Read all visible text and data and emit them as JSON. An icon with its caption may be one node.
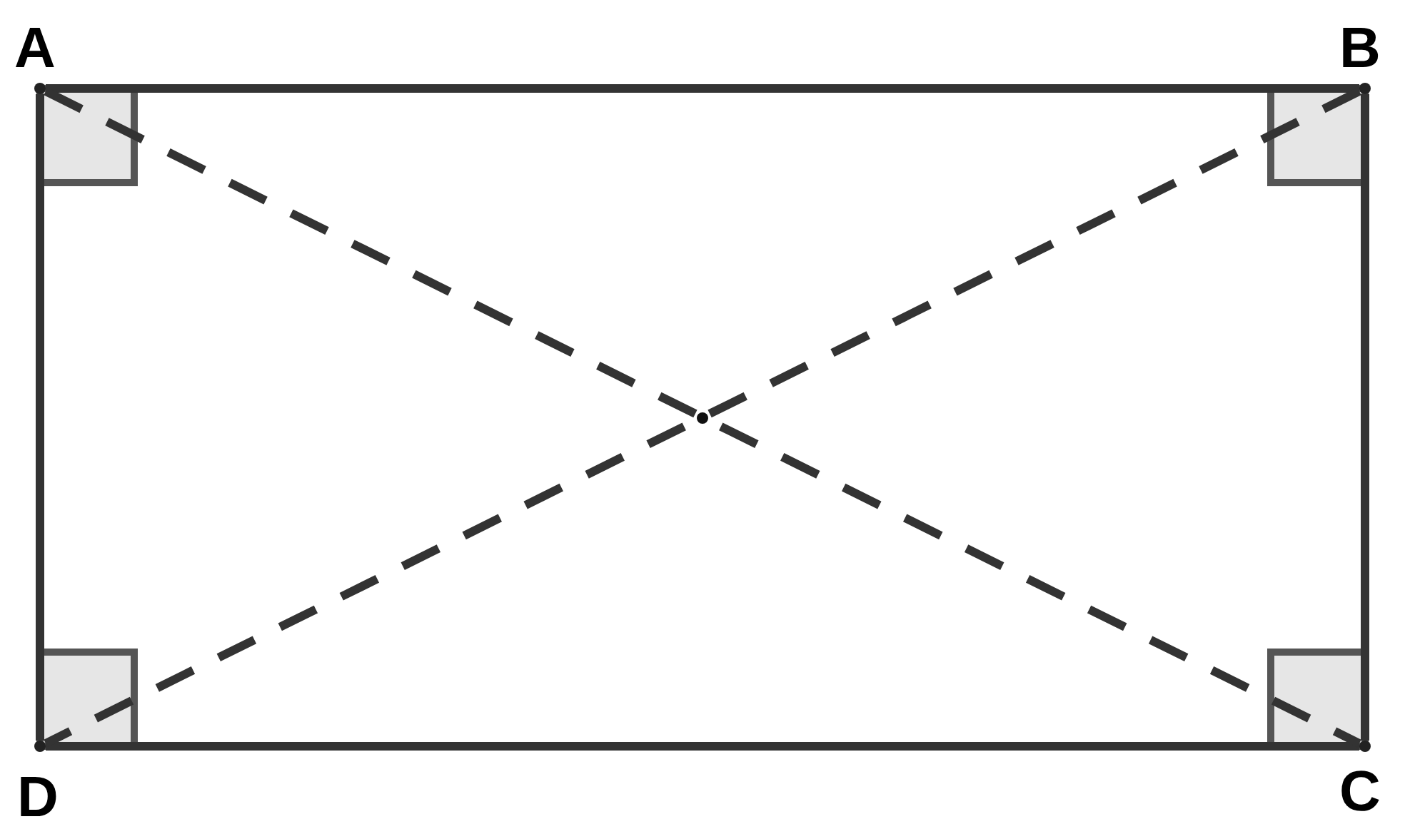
{
  "diagram": {
    "nodes": [
      {
        "text": [
          "A"
        ]
      },
      {
        "text": [
          "B"
        ]
      },
      {
        "text": [
          "C"
        ]
      },
      {
        "text": [
          "D"
        ]
      }
    ],
    "edges": [
      {
        "from": 0,
        "to": 1,
        "arrow": "none"
      },
      {
        "from": 1,
        "to": 2,
        "arrow": "none"
      },
      {
        "from": 2,
        "to": 3,
        "arrow": "none"
      },
      {
        "from": 3,
        "to": 0,
        "arrow": "none"
      },
      {
        "from": 0,
        "to": 2,
        "arrow": "none",
        "style": "dashed"
      },
      {
        "from": 1,
        "to": 3,
        "arrow": "none",
        "style": "dashed"
      }
    ]
  }
}
